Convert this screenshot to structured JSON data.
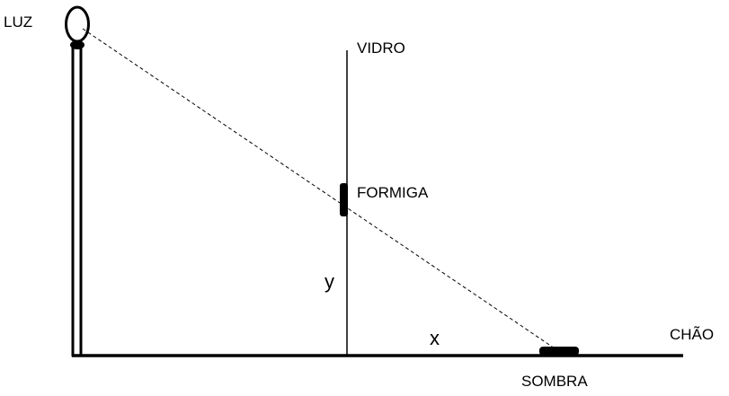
{
  "labels": {
    "light": "LUZ",
    "glass": "VIDRO",
    "ant": "FORMIGA",
    "height": "y",
    "distance": "x",
    "floor": "CHÃO",
    "shadow": "SOMBRA"
  },
  "colors": {
    "ink": "#000000",
    "background": "#ffffff"
  }
}
